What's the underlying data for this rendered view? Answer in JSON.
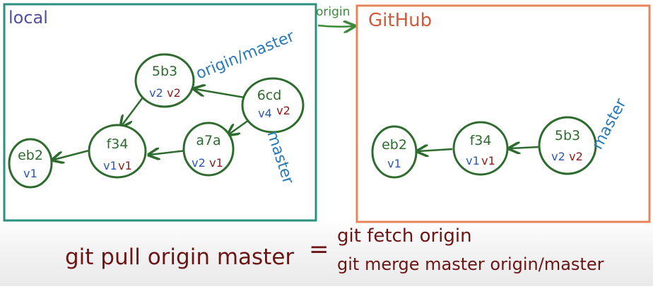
{
  "panels": {
    "local": {
      "label": "local",
      "color": "#2a9080",
      "label_color": "#4f4fa0"
    },
    "github": {
      "label": "GitHub",
      "color": "#e8845a",
      "label_color": "#d45a3c"
    }
  },
  "remote_link": {
    "label": "origin",
    "color": "#3a8a3a"
  },
  "local_commits": [
    {
      "id": "eb2",
      "versions": [
        {
          "text": "v1",
          "color": "#2b57b8"
        }
      ]
    },
    {
      "id": "f34",
      "versions": [
        {
          "text": "v1",
          "color": "#2b57b8"
        },
        {
          "text": "v1",
          "color": "#8a1a1a"
        }
      ]
    },
    {
      "id": "5b3",
      "versions": [
        {
          "text": "v2",
          "color": "#2b57b8"
        },
        {
          "text": "v2",
          "color": "#8a1a1a"
        }
      ]
    },
    {
      "id": "a7a",
      "versions": [
        {
          "text": "v2",
          "color": "#2b57b8"
        },
        {
          "text": "v1",
          "color": "#8a1a1a"
        }
      ]
    },
    {
      "id": "6cd",
      "versions": [
        {
          "text": "v4",
          "color": "#2b57b8"
        },
        {
          "text": "v2",
          "color": "#8a1a1a"
        }
      ]
    }
  ],
  "github_commits": [
    {
      "id": "eb2",
      "versions": [
        {
          "text": "v1",
          "color": "#2b57b8"
        }
      ]
    },
    {
      "id": "f34",
      "versions": [
        {
          "text": "v1",
          "color": "#2b57b8"
        },
        {
          "text": "v1",
          "color": "#8a1a1a"
        }
      ]
    },
    {
      "id": "5b3",
      "versions": [
        {
          "text": "v2",
          "color": "#2b57b8"
        },
        {
          "text": "v2",
          "color": "#8a1a1a"
        }
      ]
    }
  ],
  "branch_labels": {
    "origin_master": "origin/master",
    "local_master": "master",
    "github_master": "master",
    "color": "#2a7ab8"
  },
  "commit_color": "#2e6b2e",
  "equation": {
    "lhs": "git pull origin master",
    "equals": "=",
    "rhs_line1": "git fetch origin",
    "rhs_line2": "git merge master origin/master",
    "color": "#6b1515"
  }
}
